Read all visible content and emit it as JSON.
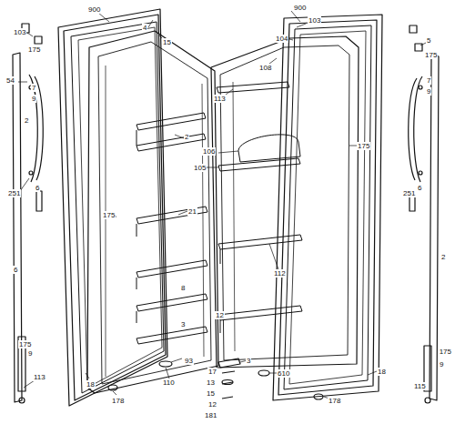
{
  "diagram": {
    "labels": [
      "103",
      "175",
      "900",
      "4",
      "15",
      "54",
      "7",
      "9",
      "2",
      "251",
      "6",
      "175",
      "6",
      "21",
      "2",
      "8",
      "3",
      "175",
      "9",
      "113",
      "18",
      "93",
      "110",
      "178",
      "900",
      "103",
      "104",
      "108",
      "113",
      "106",
      "105",
      "175",
      "5",
      "175",
      "7",
      "9",
      "251",
      "6",
      "2",
      "112",
      "12",
      "3",
      "17",
      "13",
      "610",
      "15",
      "12",
      "181",
      "18",
      "178",
      "175",
      "9",
      "115"
    ]
  }
}
